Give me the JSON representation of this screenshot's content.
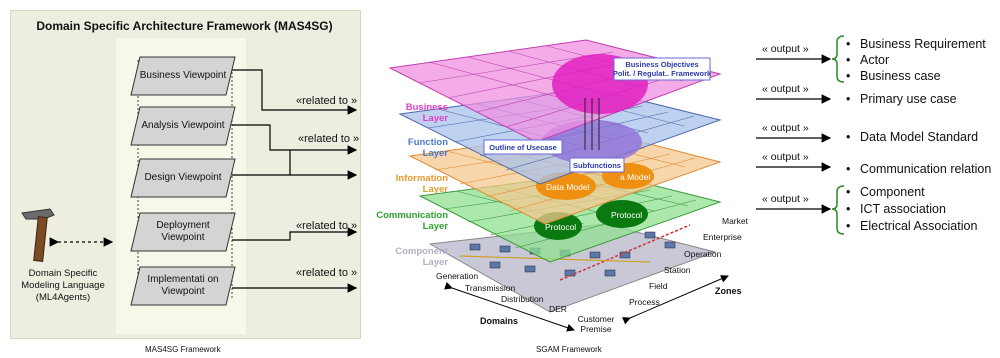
{
  "left": {
    "title": "Domain Specific Architecture Framework (MAS4SG)",
    "viewpoints": [
      "Business Viewpoint",
      "Analysis Viewpoint",
      "Design Viewpoint",
      "Deployment Viewpoint",
      "Implementati on Viewpoint"
    ],
    "relations": [
      "«related to »",
      "«related to »",
      "«related to »",
      "«related to »"
    ],
    "dsml": "Domain Specific Modeling Language (ML4Agents)",
    "caption": "MAS4SG Framework"
  },
  "sgam": {
    "layers": [
      "Business Layer",
      "Function Layer",
      "Information Layer",
      "Communication Layer",
      "Component Layer"
    ],
    "callouts": {
      "objectives": "Business Objectives Polit. / Regulat.. Framework",
      "usecase": "Outline of Usecase",
      "subfunctions": "Subfunctions",
      "data_model_1": "Data Model",
      "data_model_2": "a Model",
      "protocol_1": "Protocol",
      "protocol_2": "Protocol"
    },
    "zones": [
      "Market",
      "Enterprise",
      "Operation",
      "Station",
      "Field",
      "Process"
    ],
    "zones_label": "Zones",
    "domains": [
      "Generation",
      "Transmission",
      "Distribution",
      "DER",
      "Customer Premise"
    ],
    "domains_label": "Domains",
    "caption": "SGAM Framework"
  },
  "outputs": {
    "label": "« output »",
    "groups": [
      [
        "Business Requirement",
        "Actor",
        "Business case"
      ],
      [
        "Primary use case"
      ],
      [
        "Data Model Standard"
      ],
      [
        "Communication relation"
      ],
      [
        "Component",
        "ICT association",
        "Electrical Association"
      ]
    ]
  },
  "colors": {
    "business": "#e040c8",
    "function": "#4a78c8",
    "information": "#e89a30",
    "communication": "#2ea02e",
    "component": "#b8b8c8"
  }
}
